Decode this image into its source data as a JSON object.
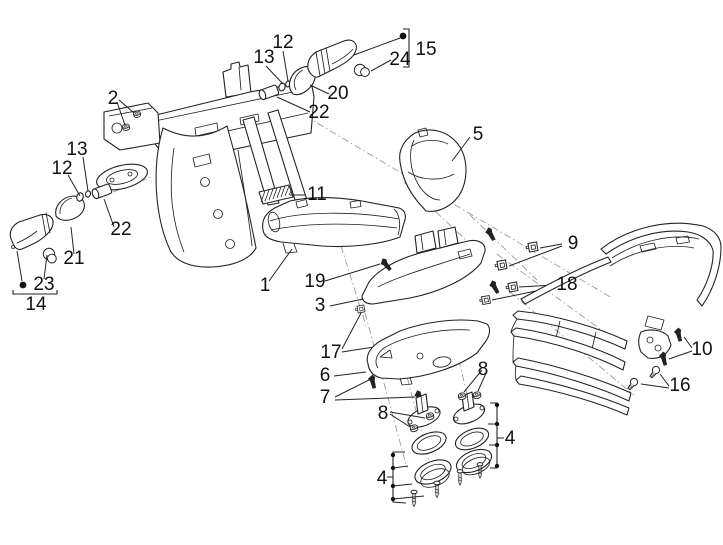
{
  "diagram": {
    "type": "exploded-parts-diagram",
    "background_color": "#ffffff",
    "line_color": "#232323",
    "dash_line_color": "#9b9b9b",
    "label_color": "#111111",
    "callouts": [
      {
        "part": "2"
      },
      {
        "part": "12"
      },
      {
        "part": "13"
      },
      {
        "part": "20"
      },
      {
        "part": "22"
      },
      {
        "part": "24"
      },
      {
        "part": "15"
      },
      {
        "part": "5"
      },
      {
        "part": "13"
      },
      {
        "part": "12"
      },
      {
        "part": "22"
      },
      {
        "part": "21"
      },
      {
        "part": "23"
      },
      {
        "part": "14"
      },
      {
        "part": "11"
      },
      {
        "part": "1"
      },
      {
        "part": "19"
      },
      {
        "part": "3"
      },
      {
        "part": "17"
      },
      {
        "part": "6"
      },
      {
        "part": "7"
      },
      {
        "part": "9"
      },
      {
        "part": "18"
      },
      {
        "part": "10"
      },
      {
        "part": "16"
      },
      {
        "part": "8"
      },
      {
        "part": "8"
      },
      {
        "part": "4"
      },
      {
        "part": "4"
      }
    ]
  }
}
